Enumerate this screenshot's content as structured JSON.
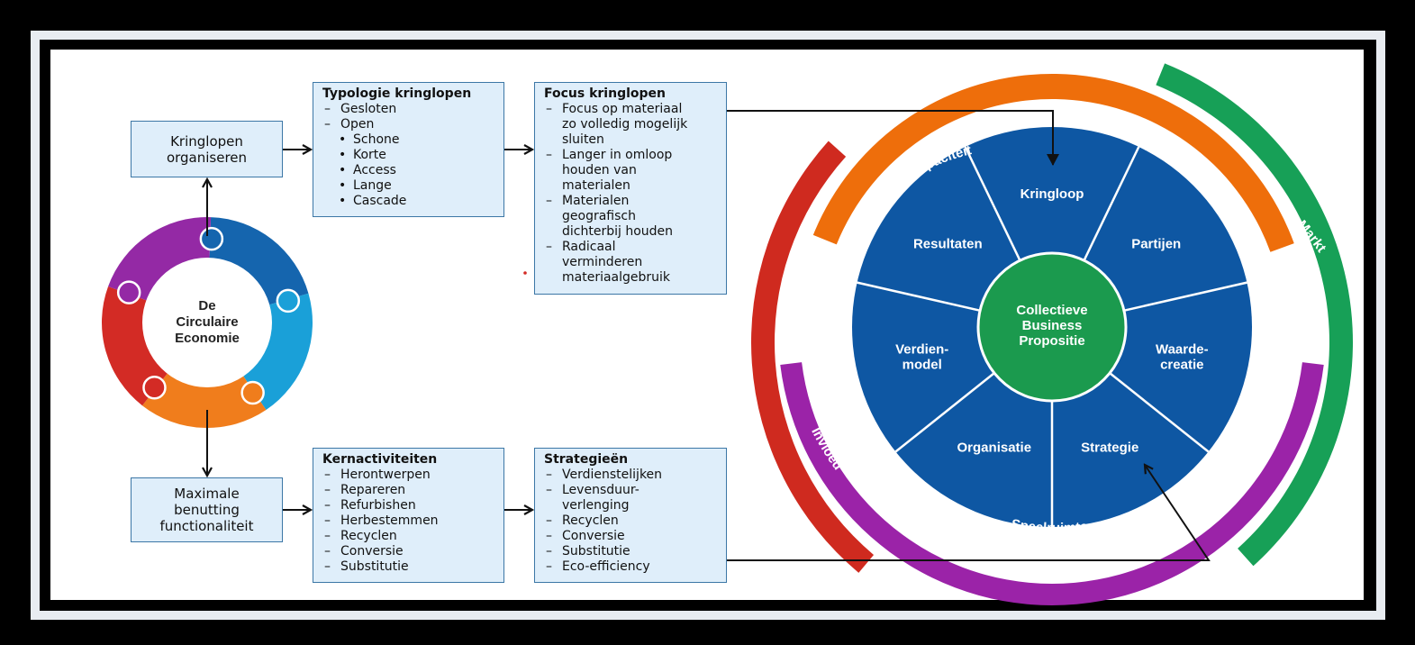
{
  "ce_ring": {
    "title_lines": [
      "De",
      "Circulaire",
      "Economie"
    ]
  },
  "box_kringlopen": {
    "lines": [
      "Kringlopen",
      "organiseren"
    ]
  },
  "box_maximale": {
    "lines": [
      "Maximale",
      "benutting",
      "functionaliteit"
    ]
  },
  "typologie": {
    "title": "Typologie kringlopen",
    "items": [
      {
        "text": "Gesloten",
        "style": "dash"
      },
      {
        "text": "Open",
        "style": "dash"
      },
      {
        "text": "Schone",
        "style": "bullet"
      },
      {
        "text": "Korte",
        "style": "bullet"
      },
      {
        "text": "Access",
        "style": "bullet"
      },
      {
        "text": "Lange",
        "style": "bullet"
      },
      {
        "text": "Cascade",
        "style": "bullet"
      }
    ]
  },
  "focus": {
    "title": "Focus kringlopen",
    "items": [
      [
        "Focus op materiaal",
        "zo volledig mogelijk",
        "sluiten"
      ],
      [
        "Langer in omloop",
        "houden van",
        "materialen"
      ],
      [
        "Materialen",
        "geografisch",
        "dichterbij houden"
      ],
      [
        "Radicaal",
        "verminderen",
        "materiaalgebruik"
      ]
    ]
  },
  "kernactiviteiten": {
    "title": "Kernactiviteiten",
    "items": [
      "Herontwerpen",
      "Repareren",
      "Refurbishen",
      "Herbestemmen",
      "Recyclen",
      "Conversie",
      "Substitutie"
    ]
  },
  "strategieen": {
    "title": "Strategieën",
    "items": [
      [
        "Verdienstelijken"
      ],
      [
        "Levensduur-",
        "verlenging"
      ],
      [
        "Recyclen"
      ],
      [
        "Conversie"
      ],
      [
        "Substitutie"
      ],
      [
        "Eco-efficiency"
      ]
    ]
  },
  "wheel": {
    "center_lines": [
      "Collectieve",
      "Business",
      "Propositie"
    ],
    "segments": [
      {
        "lines": [
          "Kringloop"
        ]
      },
      {
        "lines": [
          "Partijen"
        ]
      },
      {
        "lines": [
          "Waarde-",
          "creatie"
        ]
      },
      {
        "lines": [
          "Strategie"
        ]
      },
      {
        "lines": [
          "Organisatie"
        ]
      },
      {
        "lines": [
          "Verdien-",
          "model"
        ]
      },
      {
        "lines": [
          "Resultaten"
        ]
      }
    ],
    "arcs": {
      "capaciteit": "Capaciteit",
      "markt": "Markt",
      "invloed": "Invloed",
      "speelruimte": "Speelruimte"
    }
  },
  "colors": {
    "box_fill": "#dfeefa",
    "box_border": "#3c77a6",
    "wheel_blue": "#0e57a3",
    "center_green": "#1b9a4e",
    "capaciteit_orange": "#ee6e0b",
    "markt_green": "#17a057",
    "invloed_red": "#cf2a1f",
    "speelruimte_purple": "#9b23a8",
    "puzzle": [
      "#1565ae",
      "#1aa0d8",
      "#f07d1c",
      "#d32b25",
      "#9429a5"
    ]
  }
}
